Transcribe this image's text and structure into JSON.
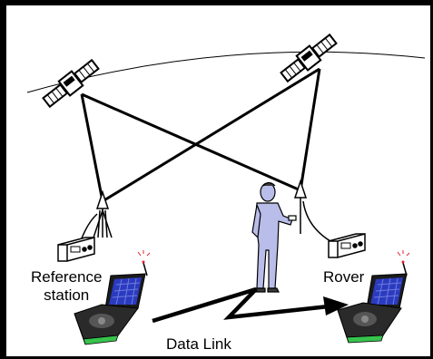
{
  "labels": {
    "reference_station_line1": "Reference",
    "reference_station_line2": "station",
    "rover": "Rover",
    "data_link": "Data Link"
  },
  "colors": {
    "person": "#b9bde9",
    "device_screen": "#2b3bbf",
    "device_base": "#2a2a2a",
    "device_accent": "#37c34d",
    "device_alert": "#e0242b"
  },
  "icons": {
    "satellite": "satellite-icon",
    "antenna": "gps-antenna-icon",
    "receiver": "gps-receiver-icon",
    "handheld": "handheld-radio-icon",
    "person": "surveyor-icon"
  }
}
